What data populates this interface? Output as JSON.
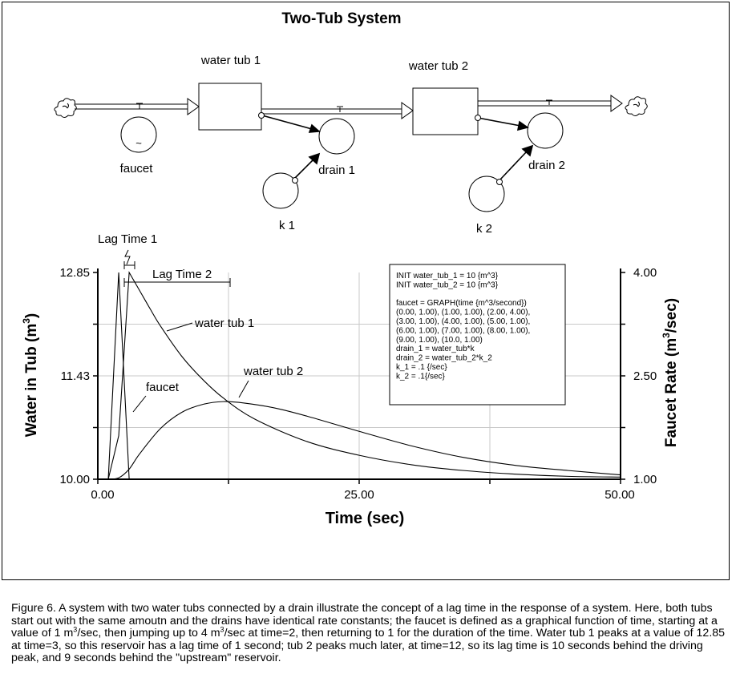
{
  "figure": {
    "title": "Two-Tub System",
    "diagram": {
      "stock1": "water tub 1",
      "stock2": "water tub 2",
      "faucet": "faucet",
      "faucet_symbol": "~",
      "drain1": "drain 1",
      "drain2": "drain 2",
      "k1": "k 1",
      "k2": "k 2"
    },
    "annotations": {
      "lag1": "Lag Time 1",
      "lag2": "Lag Time 2",
      "lbl_tub1": "water tub 1",
      "lbl_tub2": "water tub 2",
      "lbl_faucet": "faucet"
    },
    "equations": [
      "INIT water_tub_1 = 10 {m^3}",
      "INIT water_tub_2 = 10 {m^3}",
      "",
      "faucet = GRAPH(time {m^3/second})",
      "(0.00, 1.00), (1.00, 1.00), (2.00, 4.00),",
      "(3.00, 1.00), (4.00, 1.00), (5.00, 1.00),",
      "(6.00, 1.00), (7.00, 1.00), (8.00, 1.00),",
      "(9.00, 1.00), (10.0, 1.00)",
      "drain_1 = water_tub*k",
      "drain_2 = water_tub_2*k_2",
      "k_1 = .1 {/sec}",
      "k_2 = .1{/sec}"
    ]
  },
  "chart_data": {
    "type": "line",
    "xlabel": "Time (sec)",
    "ylabel_left": "Water in Tub (m³)",
    "ylabel_right": "Faucet Rate (m³/sec)",
    "xlim": [
      0,
      50
    ],
    "ylim_left": [
      10,
      12.85
    ],
    "ylim_right": [
      1,
      4
    ],
    "x_ticks": [
      "0.00",
      "25.00",
      "50.00"
    ],
    "y_left_ticks": [
      "10.00",
      "11.43",
      "12.85"
    ],
    "y_right_ticks": [
      "1.00",
      "2.50",
      "4.00"
    ],
    "grid": true,
    "series": [
      {
        "name": "water tub 1",
        "axis": "left",
        "x": [
          0,
          1,
          2,
          3,
          4,
          5,
          6,
          8,
          10,
          12,
          15,
          20,
          25,
          30,
          35,
          40,
          45,
          50
        ],
        "y": [
          10.0,
          10.0,
          10.6,
          12.85,
          12.6,
          12.35,
          12.11,
          11.7,
          11.38,
          11.12,
          10.83,
          10.52,
          10.33,
          10.2,
          10.12,
          10.07,
          10.04,
          10.03
        ]
      },
      {
        "name": "water tub 2",
        "axis": "left",
        "x": [
          0,
          1,
          2,
          3,
          4,
          6,
          8,
          10,
          12,
          14,
          17,
          20,
          25,
          30,
          35,
          40,
          45,
          50
        ],
        "y": [
          10.0,
          10.0,
          10.02,
          10.14,
          10.35,
          10.7,
          10.92,
          11.03,
          11.07,
          11.05,
          10.98,
          10.87,
          10.66,
          10.46,
          10.3,
          10.19,
          10.12,
          10.06
        ]
      },
      {
        "name": "faucet",
        "axis": "right",
        "x": [
          0,
          0.8,
          1,
          2,
          3,
          3.2,
          50
        ],
        "y": [
          1.0,
          1.0,
          1.0,
          4.0,
          1.0,
          1.0,
          1.0
        ]
      }
    ]
  },
  "caption": {
    "p1": "Figure 6.  A system with two water tubs connected by a drain illustrate the concept of a lag time in the response of a system.  Here, both tubs start out with the same amoutn and the drains have identical rate constants; the faucet is defined as a graphical function of time, starting at a value of 1 m",
    "sup1": "3",
    "p2": "/sec, then jumping up to 4 m",
    "sup2": "3",
    "p3": "/sec at time=2, then returning to 1 for the duration of the time.  Water tub 1 peaks at a value of 12.85 at time=3, so this reservoir has a lag time of 1 second; tub 2 peaks much later, at time=12, so its lag time is 10 seconds behind the driving peak, and 9 seconds behind the \"upstream\" reservoir."
  }
}
